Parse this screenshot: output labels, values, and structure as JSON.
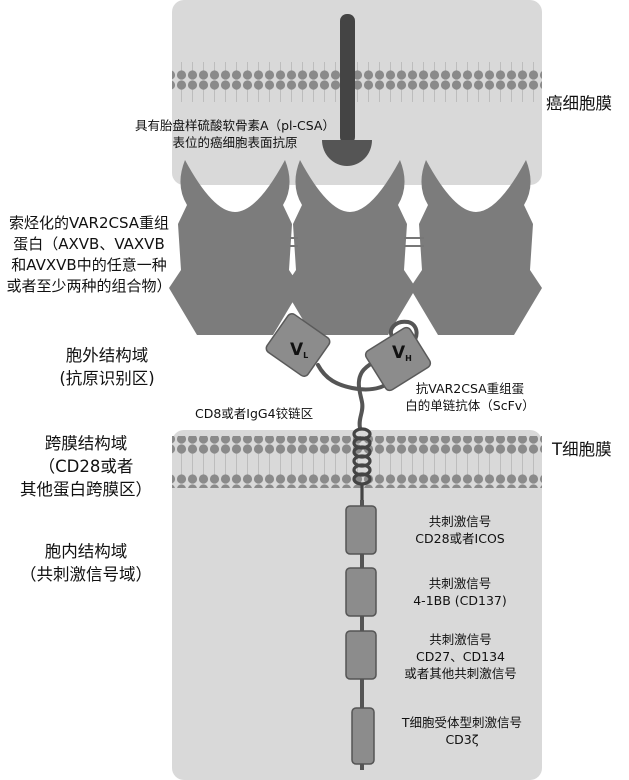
{
  "labels": {
    "cancer_membrane": "癌细胞膜",
    "antigen_line1": "具有胎盘样硫酸软骨素A（pl-CSA）",
    "antigen_line2": "表位的癌细胞表面抗原",
    "var2csa_line1": "索烃化的VAR2CSA重组",
    "var2csa_line2": "蛋白（AXVB、VAXVB",
    "var2csa_line3": "和AVXVB中的任意一种",
    "var2csa_line4": "或者至少两种的组合物）",
    "extracellular_line1": "胞外结构域",
    "extracellular_line2": "(抗原识别区)",
    "hinge": "CD8或者IgG4铰链区",
    "scfv_line1": "抗VAR2CSA重组蛋",
    "scfv_line2": "白的单链抗体（ScFv）",
    "t_membrane": "T细胞膜",
    "transmembrane_line1": "跨膜结构域",
    "transmembrane_line2": "（CD28或者",
    "transmembrane_line3": "其他蛋白跨膜区）",
    "intracellular_line1": "胞内结构域",
    "intracellular_line2": "（共刺激信号域）",
    "costim1_line1": "共刺激信号",
    "costim1_line2": "CD28或者ICOS",
    "costim2_line1": "共刺激信号",
    "costim2_line2": "4-1BB (CD137)",
    "costim3_line1": "共刺激信号",
    "costim3_line2": "CD27、CD134",
    "costim3_line3": "或者其他共刺激信号",
    "tcr_line1": "T细胞受体型刺激信号",
    "tcr_line2": "CD3ζ"
  },
  "domains": {
    "vl_main": "V",
    "vl_sub": "L",
    "vh_main": "V",
    "vh_sub": "H"
  },
  "colors": {
    "panel": "#d9d9d9",
    "membrane_bead": "#8a8a8a",
    "protein": "#7c7c7c",
    "antigen": "#444444",
    "domain_box": "#8c8c8c"
  }
}
